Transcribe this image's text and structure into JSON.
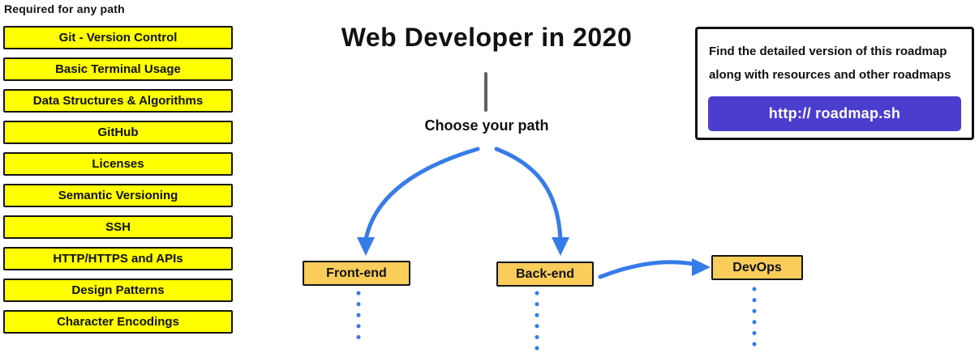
{
  "title": "Web Developer in 2020",
  "colors": {
    "topic_yellow": "#FFFF00",
    "path_orange": "#FACD5A",
    "arrow_blue": "#377BE8",
    "button_purple": "#4B3ECF",
    "connector_gray": "#606060"
  },
  "left_column": {
    "header": "Required for any path",
    "items": [
      "Git - Version Control",
      "Basic Terminal Usage",
      "Data Structures & Algorithms",
      "GitHub",
      "Licenses",
      "Semantic Versioning",
      "SSH",
      "HTTP/HTTPS and APIs",
      "Design Patterns",
      "Character Encodings"
    ]
  },
  "center": {
    "choose_label": "Choose your path",
    "paths": [
      {
        "label": "Front-end"
      },
      {
        "label": "Back-end"
      },
      {
        "label": "DevOps"
      }
    ]
  },
  "info_box": {
    "line1": "Find the detailed version of this roadmap",
    "line2": "along with resources and other roadmaps",
    "button_label": "http:// roadmap.sh"
  }
}
